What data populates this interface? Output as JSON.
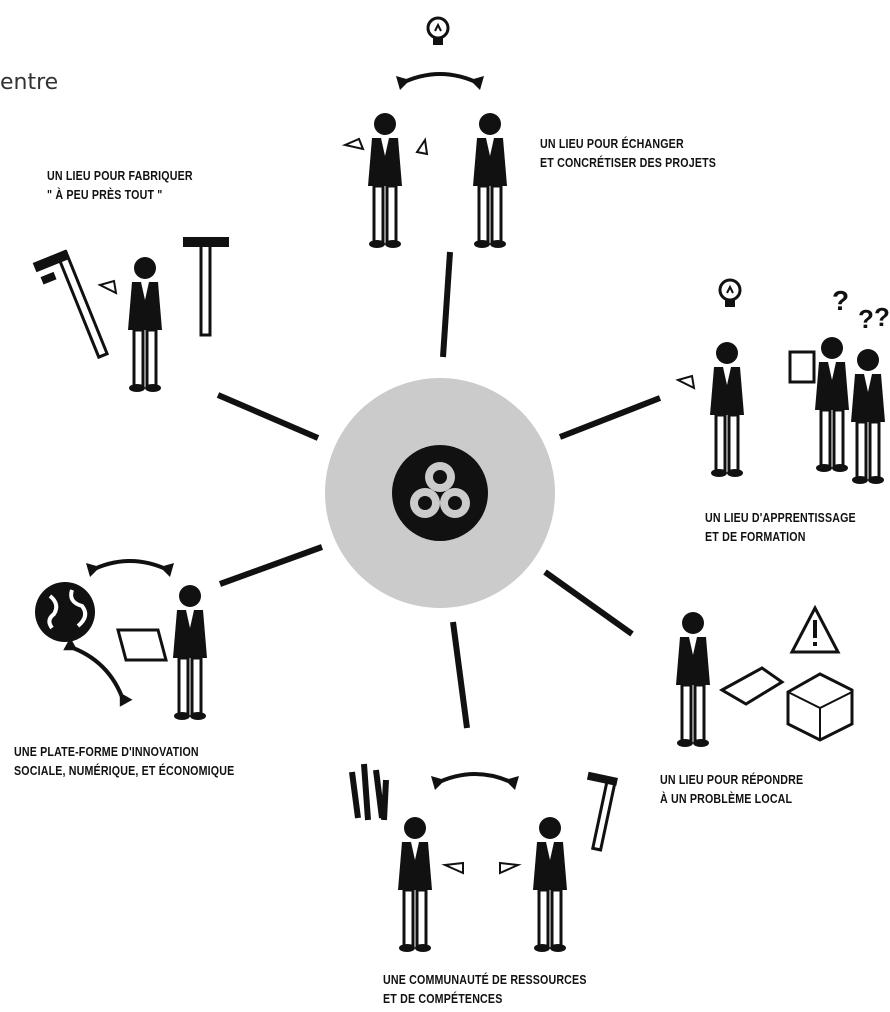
{
  "page_text": "entre",
  "hub": {
    "logo": "fablab-logo-icon"
  },
  "nodes": [
    {
      "id": "fabriquer",
      "icon": "tools-person-icon",
      "lines": [
        "UN LIEU POUR FABRIQUER",
        "\" À PEU PRÈS TOUT \""
      ]
    },
    {
      "id": "echanger",
      "icon": "two-people-idea-icon",
      "lines": [
        "UN LIEU POUR ÉCHANGER",
        "ET CONCRÉTISER DES PROJETS"
      ]
    },
    {
      "id": "apprentissage",
      "icon": "teacher-students-icon",
      "lines": [
        "UN LIEU D'APPRENTISSAGE",
        "ET DE FORMATION"
      ]
    },
    {
      "id": "probleme",
      "icon": "warning-house-icon",
      "lines": [
        "UN LIEU POUR RÉPONDRE",
        "À UN PROBLÈME LOCAL"
      ]
    },
    {
      "id": "communaute",
      "icon": "sharing-people-icon",
      "lines": [
        "UNE COMMUNAUTÉ DE RESSOURCES",
        "ET DE COMPÉTENCES"
      ]
    },
    {
      "id": "plateforme",
      "icon": "globe-laptop-icon",
      "lines": [
        "UNE PLATE-FORME D'INNOVATION",
        "SOCIALE, NUMÉRIQUE, ET ÉCONOMIQUE"
      ]
    }
  ]
}
